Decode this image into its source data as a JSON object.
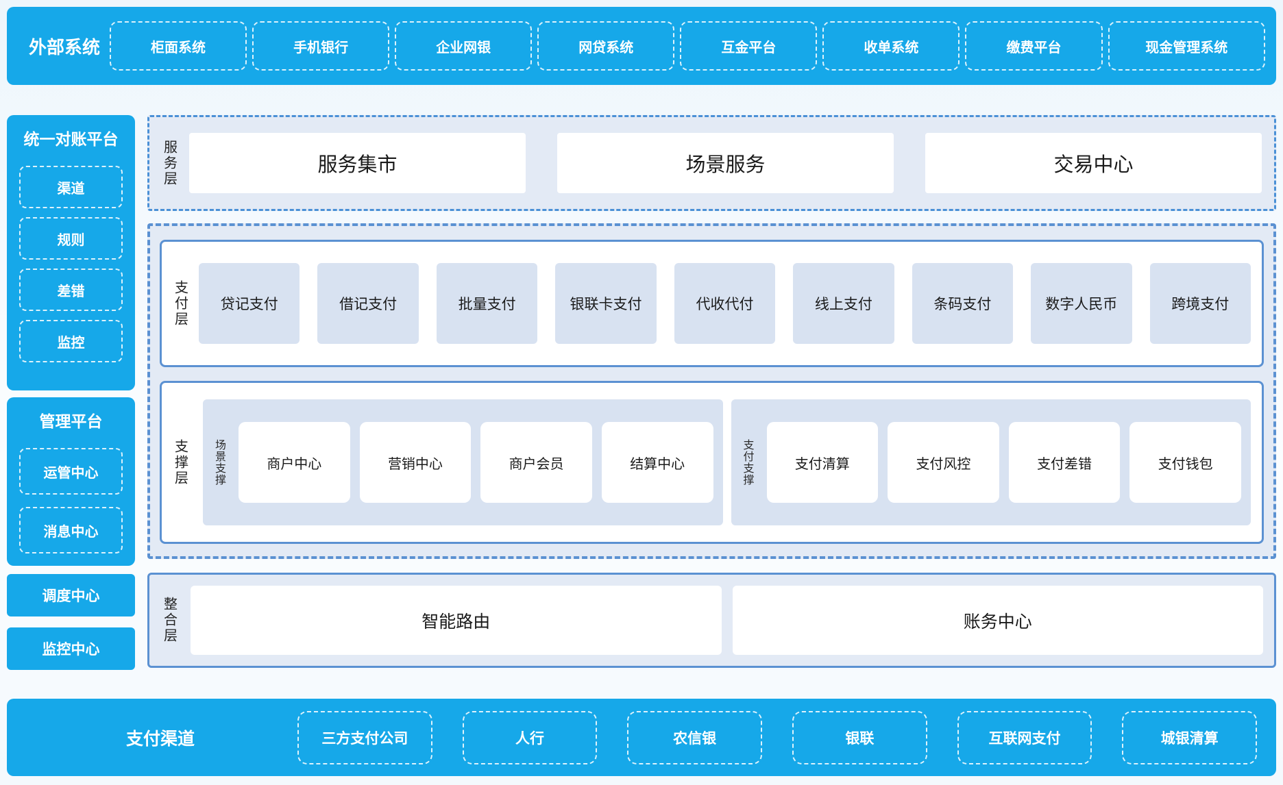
{
  "colors": {
    "accent_blue": "#16a8e9",
    "panel_bg": "#e3eaf5",
    "border_blue": "#5b91d2",
    "item_fill": "#d8e2f1",
    "box_white": "#ffffff",
    "text_dark": "#1f1f1f",
    "text_light": "#ffffff"
  },
  "external_systems": {
    "title": "外部系统",
    "items": [
      "柜面系统",
      "手机银行",
      "企业网银",
      "网贷系统",
      "互金平台",
      "收单系统",
      "缴费平台",
      "现金管理系统"
    ]
  },
  "left_panel": {
    "reconciliation": {
      "title": "统一对账平台",
      "items": [
        "渠道",
        "规则",
        "差错",
        "监控"
      ]
    },
    "management": {
      "title": "管理平台",
      "items": [
        "运管中心",
        "消息中心"
      ]
    },
    "scheduling_center": "调度中心",
    "monitoring_center": "监控中心"
  },
  "service_layer": {
    "label": "服务层",
    "items": [
      "服务集市",
      "场景服务",
      "交易中心"
    ]
  },
  "payment_layer": {
    "label": "支付层",
    "items": [
      "贷记支付",
      "借记支付",
      "批量支付",
      "银联卡支付",
      "代收代付",
      "线上支付",
      "条码支付",
      "数字人民币",
      "跨境支付"
    ]
  },
  "support_layer": {
    "label": "支撑层",
    "groups": [
      {
        "label": "场景支撑",
        "items": [
          "商户中心",
          "营销中心",
          "商户会员",
          "结算中心"
        ]
      },
      {
        "label": "支付支撑",
        "items": [
          "支付清算",
          "支付风控",
          "支付差错",
          "支付钱包"
        ]
      }
    ]
  },
  "integration_layer": {
    "label": "整合层",
    "items": [
      "智能路由",
      "账务中心"
    ]
  },
  "payment_channels": {
    "title": "支付渠道",
    "items": [
      "三方支付公司",
      "人行",
      "农信银",
      "银联",
      "互联网支付",
      "城银清算"
    ]
  }
}
